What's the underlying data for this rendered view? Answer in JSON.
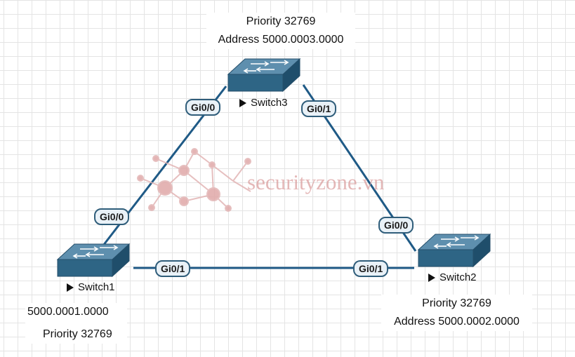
{
  "switches": {
    "switch3": {
      "name": "Switch3",
      "priority": "Priority 32769",
      "address": "Address 5000.0003.0000"
    },
    "switch1": {
      "name": "Switch1",
      "address": "5000.0001.0000",
      "priority": "Priority 32769"
    },
    "switch2": {
      "name": "Switch2",
      "priority": "Priority 32769",
      "address": "Address 5000.0002.0000"
    }
  },
  "ports": {
    "s3_left": "Gi0/0",
    "s3_right": "Gi0/1",
    "s1_up": "Gi0/0",
    "s1_right": "Gi0/1",
    "s2_up": "Gi0/0",
    "s2_left": "Gi0/1"
  },
  "watermark": "securityzone.vn",
  "colors": {
    "link": "#1f5a86",
    "switch": "#2e6585",
    "port_border": "#2f5d7a",
    "watermark": "#d99a9a"
  }
}
